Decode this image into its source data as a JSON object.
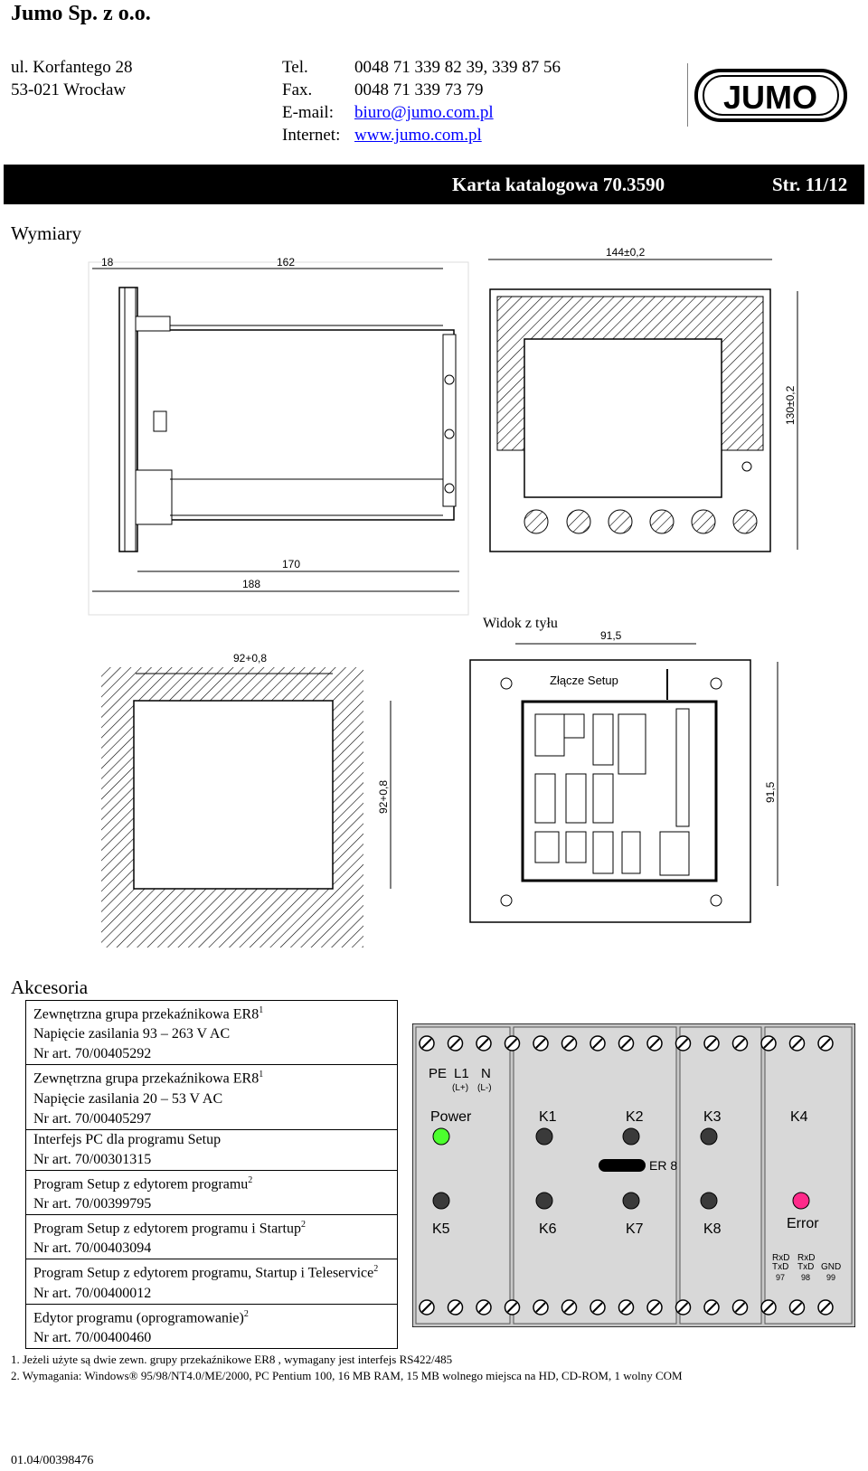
{
  "header": {
    "company": "Jumo Sp. z o.o.",
    "address_line1": "ul. Korfantego 28",
    "address_line2": "53-021 Wrocław",
    "tel_label": "Tel.",
    "tel_value": "0048 71 339 82 39, 339 87 56",
    "fax_label": "Fax.",
    "fax_value": "0048 71 339 73 79",
    "email_label": "E-mail:",
    "email_value": "biuro@jumo.com.pl",
    "internet_label": "Internet:",
    "internet_value": "www.jumo.com.pl",
    "logo_text": "JUMO"
  },
  "title_bar": {
    "catalog": "Karta katalogowa 70.3590",
    "page": "Str. 11/12"
  },
  "dimensions": {
    "heading": "Wymiary",
    "side_18": "18",
    "side_162": "162",
    "side_170": "170",
    "side_188": "188",
    "front_width": "144±0,2",
    "front_height": "130±0,2",
    "cutout_w": "92+0,8",
    "cutout_h": "92+0,8",
    "rear_caption": "Widok z tyłu",
    "rear_w": "91,5",
    "rear_h": "91,5",
    "setup_label": "Złącze Setup"
  },
  "accessories": {
    "heading": "Akcesoria",
    "items": [
      {
        "line1": "Zewnętrzna grupa przekaźnikowa ER8",
        "sup": "1",
        "line2": "Napięcie zasilania 93 – 263 V AC",
        "line3": "Nr art. 70/00405292"
      },
      {
        "line1": "Zewnętrzna grupa przekaźnikowa ER8",
        "sup": "1",
        "line2": "Napięcie zasilania 20 – 53 V AC",
        "line3": "Nr art. 70/00405297"
      },
      {
        "line1": "Interfejs PC dla programu Setup",
        "sup": "",
        "line2": "Nr art. 70/00301315",
        "line3": ""
      },
      {
        "line1": "Program Setup z edytorem programu",
        "sup": "2",
        "line2": "Nr art. 70/00399795",
        "line3": ""
      },
      {
        "line1": "Program Setup z edytorem programu i Startup",
        "sup": "2",
        "line2": "Nr art. 70/00403094",
        "line3": ""
      },
      {
        "line1": "Program Setup z edytorem programu, Startup i Teleservice",
        "sup": "2",
        "line2": "Nr art. 70/00400012",
        "line3": ""
      },
      {
        "line1": "Edytor programu (oprogramowanie)",
        "sup": "2",
        "line2": "Nr art. 70/00400460",
        "line3": ""
      }
    ]
  },
  "relay_panel": {
    "pe": "PE",
    "l1": "L1",
    "n": "N",
    "l_plus": "(L+)",
    "l_minus": "(L-)",
    "power": "Power",
    "k1": "K1",
    "k2": "K2",
    "k3": "K3",
    "k4": "K4",
    "k5": "K5",
    "k6": "K6",
    "k7": "K7",
    "k8": "K8",
    "er8": "ER 8",
    "error": "Error",
    "rxd1": "RxD",
    "txd1": "TxD",
    "rxd2": "RxD",
    "txd2": "TxD",
    "gnd": "GND",
    "t97": "97",
    "t98": "98",
    "t99": "99",
    "colors": {
      "power_led": "#4cff2e",
      "error_led": "#ff2a8a",
      "led_off": "#3a3a3a",
      "panel": "#d4d4d4"
    }
  },
  "footnotes": {
    "f1": "1. Jeżeli użyte są dwie zewn. grupy przekaźnikowe ER8 , wymagany jest interfejs RS422/485",
    "f2": "2. Wymagania: Windows® 95/98/NT4.0/ME/2000, PC Pentium 100, 16 MB RAM, 15 MB wolnego miejsca na HD, CD-ROM, 1 wolny COM"
  },
  "doc_number": "01.04/00398476"
}
